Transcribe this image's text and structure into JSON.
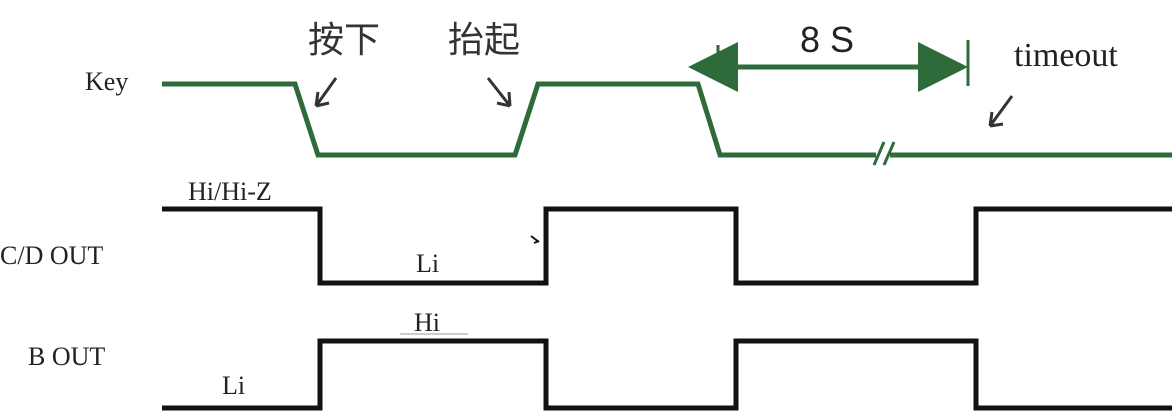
{
  "signals": {
    "key": {
      "name": "Key",
      "color": "#2f6b3a"
    },
    "cd_out": {
      "name": "C/D OUT",
      "color": "#111111"
    },
    "b_out": {
      "name": "B OUT",
      "color": "#111111"
    }
  },
  "annotations": {
    "press": "按下",
    "release": "抬起",
    "duration": "8 S",
    "timeout": "timeout",
    "cd_high_level": "Hi/Hi-Z",
    "cd_low_level": "Li",
    "b_high_level": "Hi",
    "b_low_level": "Li"
  },
  "colors": {
    "key_trace": "#2f6b3a",
    "output_trace": "#111111",
    "arrow": "#2f6b3a"
  }
}
